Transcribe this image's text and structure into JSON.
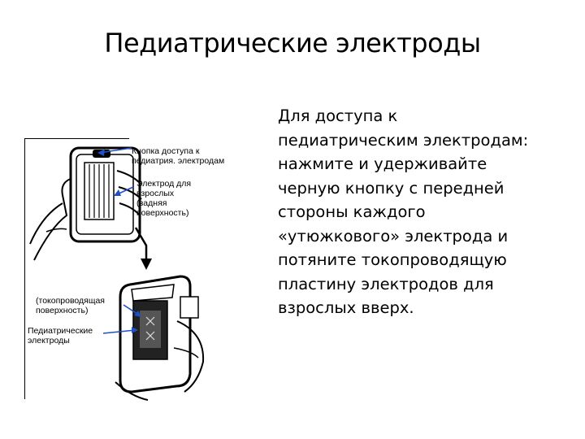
{
  "title": "Педиатрические электроды",
  "figure": {
    "callout_button": [
      "Кнопка доступа к",
      "педиатрия. электродам"
    ],
    "callout_adult": [
      "Электрод для",
      "взрослых",
      "(задняя",
      "поверхность)"
    ],
    "callout_conductive": [
      "(токопроводящая",
      "поверхность)"
    ],
    "callout_pediatric": [
      "Педиатрические",
      "электроды"
    ]
  },
  "body_lines": [
    "Для доступа к",
    "педиатрическим электродам:",
    " нажмите и удерживайте",
    "черную кнопку с передней",
    "стороны каждого",
    "«утюжкового» электрода и",
    "потяните токопроводящую",
    "пластину электродов для",
    "взрослых вверх."
  ]
}
